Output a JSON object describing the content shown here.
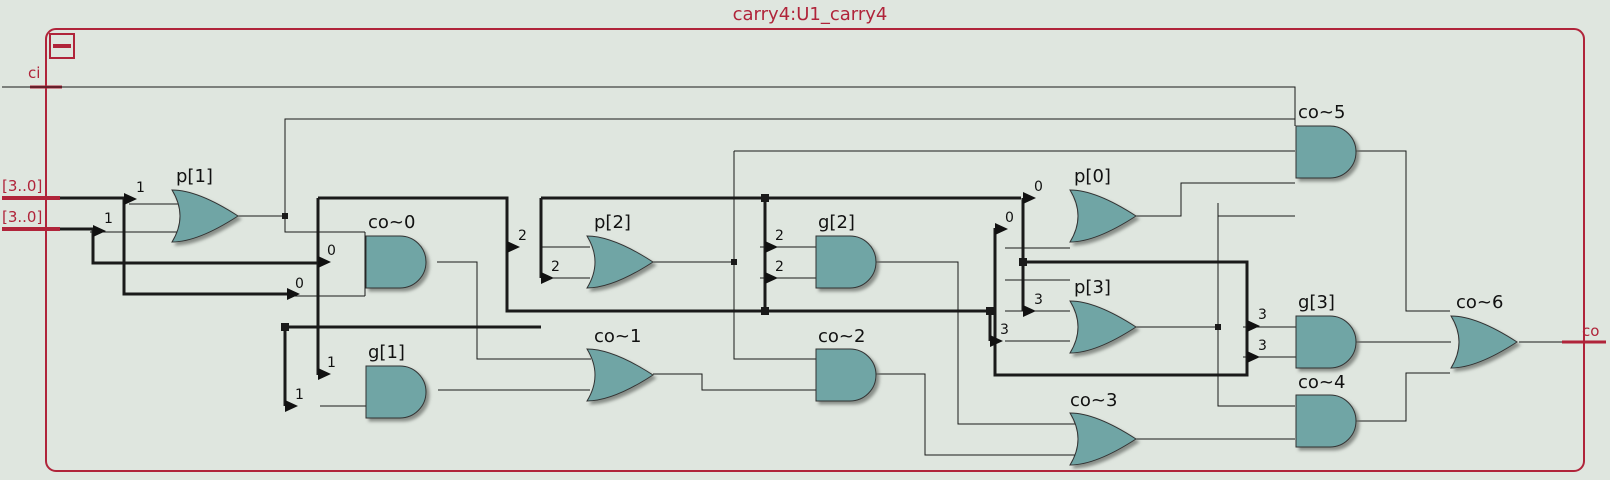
{
  "module": {
    "title": "carry4:U1_carry4",
    "collapse_icon": "minus-box-icon"
  },
  "ports": {
    "ci": "ci",
    "in_a": "[3..0]",
    "in_b": "[3..0]",
    "co": "co"
  },
  "gates": {
    "p1": "p[1]",
    "co0": "co~0",
    "g1": "g[1]",
    "p2": "p[2]",
    "co1": "co~1",
    "g2": "g[2]",
    "co2": "co~2",
    "p0": "p[0]",
    "p3": "p[3]",
    "co3": "co~3",
    "co5": "co~5",
    "g3": "g[3]",
    "co4": "co~4",
    "co6": "co~6"
  },
  "bits": {
    "b0": "0",
    "b1": "1",
    "b2": "2",
    "b3": "3"
  },
  "colors": {
    "background": "#dfe6df",
    "border": "#b0243a",
    "gate_fill": "#6fa5a5",
    "wire": "#1a1a1a"
  }
}
